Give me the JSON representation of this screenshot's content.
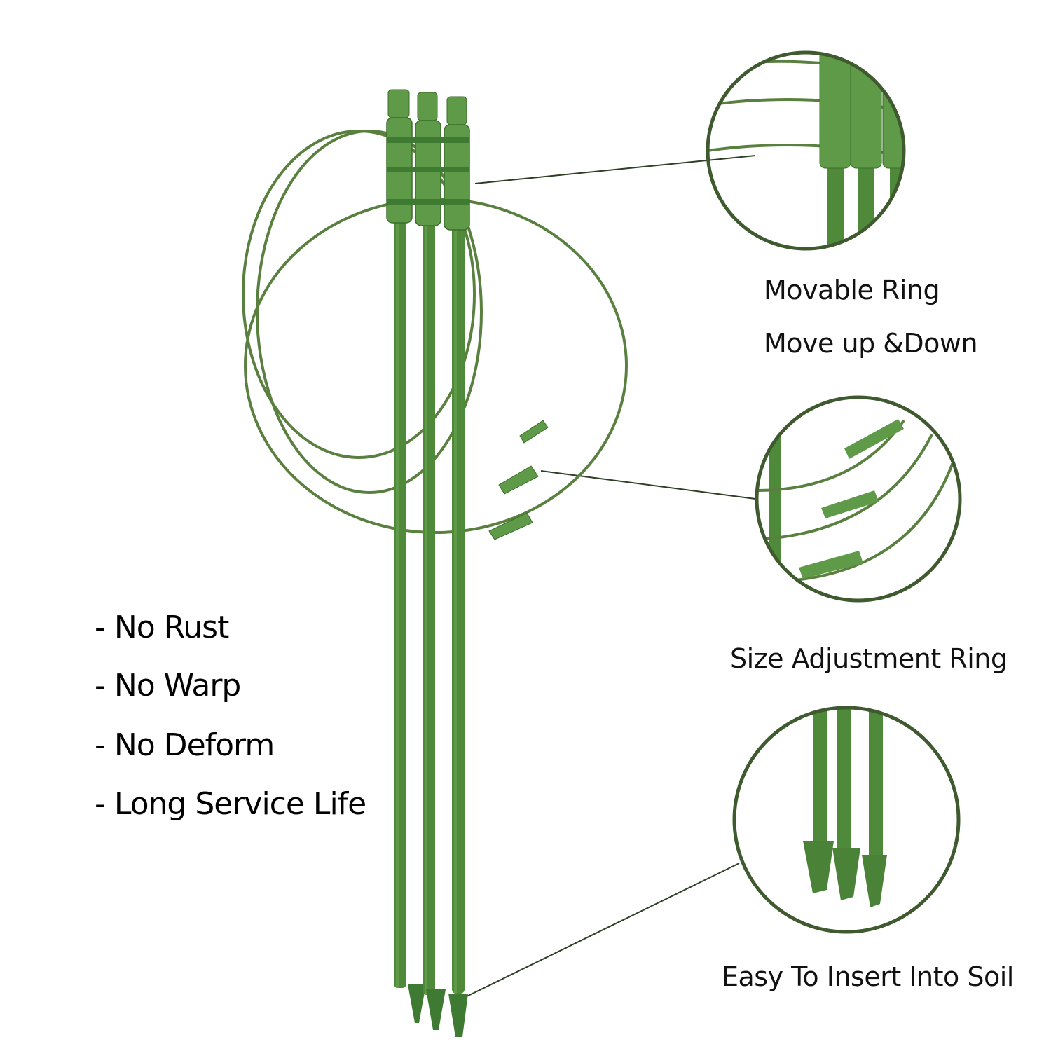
{
  "colors": {
    "stake": "#4f8a3a",
    "stake_dark": "#3a6e2a",
    "stake_light": "#6aa552",
    "ring": "#5a8040",
    "callout_circle": "#3f5a2e",
    "leader_line": "#2f3f25",
    "background": "#ffffff"
  },
  "callouts": [
    {
      "name": "movable-ring",
      "lines": [
        "Movable Ring",
        "Move up &Down"
      ]
    },
    {
      "name": "size-adjustment-ring",
      "lines": [
        "Size Adjustment Ring"
      ]
    },
    {
      "name": "easy-insert",
      "lines": [
        "Easy To Insert Into Soil"
      ]
    }
  ],
  "features": [
    "- No Rust",
    "- No Warp",
    "- No Deform",
    "- Long Service Life"
  ]
}
